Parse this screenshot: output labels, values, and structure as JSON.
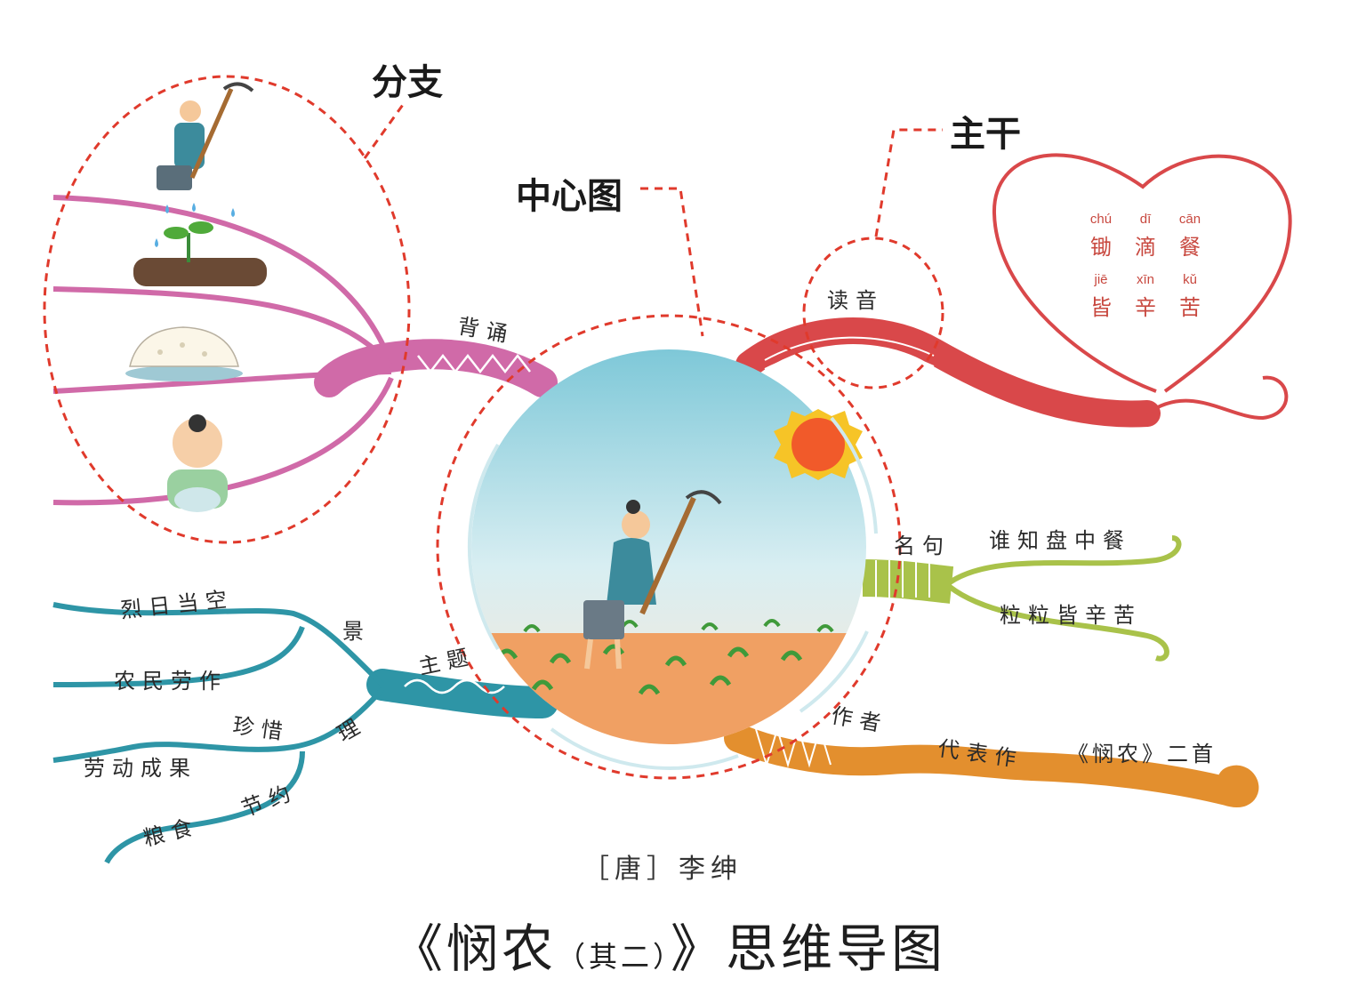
{
  "annotations": {
    "branch": "分支",
    "trunk": "主干",
    "center": "中心图"
  },
  "branches": {
    "recite": "背诵",
    "pronunciation": "读音",
    "famous_lines": "名句",
    "author": "作者",
    "theme": "主题"
  },
  "pronunciation_items": [
    {
      "pinyin": "chú",
      "char": "锄"
    },
    {
      "pinyin": "dī",
      "char": "滴"
    },
    {
      "pinyin": "cān",
      "char": "餐"
    },
    {
      "pinyin": "jiē",
      "char": "皆"
    },
    {
      "pinyin": "xīn",
      "char": "辛"
    },
    {
      "pinyin": "kǔ",
      "char": "苦"
    }
  ],
  "famous_lines": [
    "谁知盘中餐",
    "粒粒皆辛苦"
  ],
  "author_branch": {
    "representative_label": "代表作",
    "works": "《悯农》二首"
  },
  "theme_branch": {
    "scene": "景",
    "reason": "理",
    "scene_items": [
      "烈日当空",
      "农民劳作"
    ],
    "cherish": "珍惜",
    "cherish_item": "劳动成果",
    "save": "节约",
    "save_item": "粮食"
  },
  "poet": "［唐］李绅",
  "title_main": "《悯农",
  "title_sub": "（其二）",
  "title_end": "》思维导图",
  "colors": {
    "red_dash": "#e03a2c",
    "pink": "#d06aa8",
    "red": "#d9484a",
    "green": "#a9c24a",
    "orange": "#e38f2e",
    "teal": "#2e95a6",
    "sky": "#8fd0dd",
    "soil": "#f0a063",
    "sun": "#f15a2a",
    "sun_ray": "#f6c427",
    "farmer": "#3c8b9c"
  }
}
